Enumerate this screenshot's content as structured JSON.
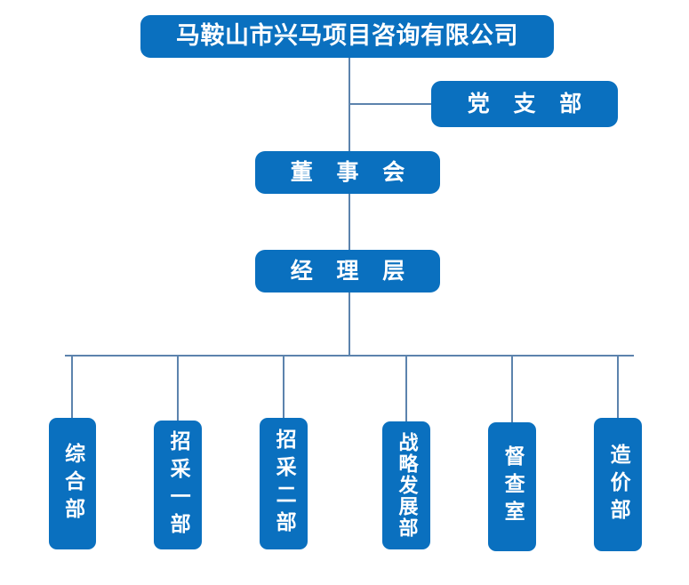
{
  "chart": {
    "type": "organization-chart",
    "title": "马鞍山市兴马项目咨询有限公司",
    "accent_color": "#0a70bf",
    "connector_color": "#5c83ad",
    "background_color": "#ffffff",
    "text_color": "#ffffff"
  },
  "nodes": {
    "company": {
      "label": "马鞍山市兴马项目咨询有限公司",
      "level": 0
    },
    "party_branch": {
      "label": "党 支 部",
      "level": 1
    },
    "board": {
      "label": "董 事 会",
      "level": 1
    },
    "management": {
      "label": "经 理 层",
      "level": 2
    }
  },
  "departments": [
    {
      "label": "综合部"
    },
    {
      "label": "招采一部"
    },
    {
      "label": "招采二部"
    },
    {
      "label": "战略发展部"
    },
    {
      "label": "督查室"
    },
    {
      "label": "造价部"
    }
  ]
}
